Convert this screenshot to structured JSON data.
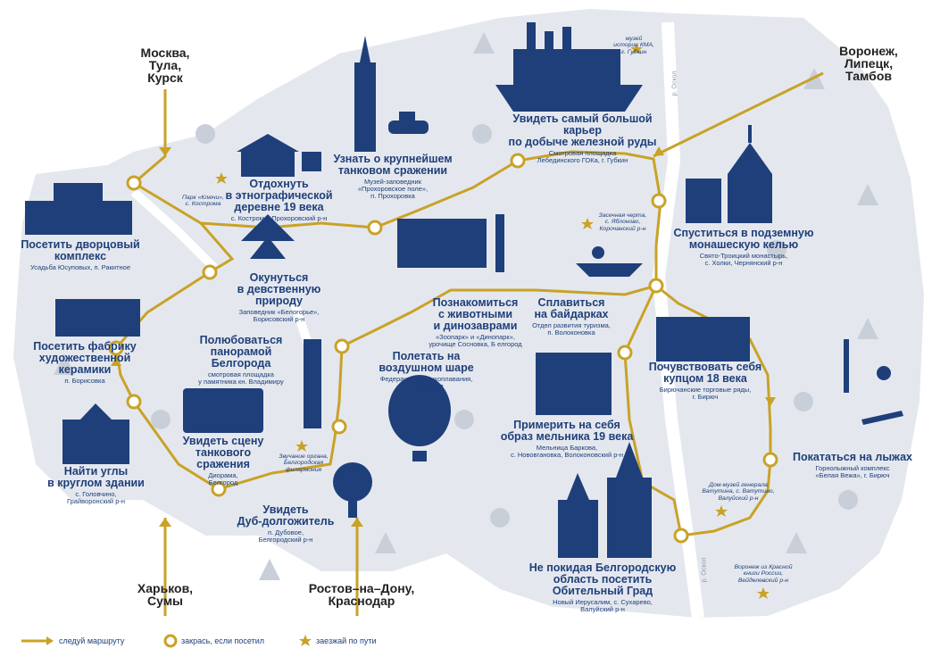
{
  "colors": {
    "route": "#c9a227",
    "ink": "#1f3f7a",
    "bg": "#e4e8ee",
    "water": "#ffffff",
    "tree": "#c8cfd9"
  },
  "cities": {
    "moscow": "Москва,\nТула,\nКурск",
    "voronezh": "Воронеж,\nЛипецк,\nТамбов",
    "kharkov": "Харьков,\nСумы",
    "rostov": "Ростов–на–Дону,\nКраснодар"
  },
  "rivers": {
    "oskol_top": "р. Оскол",
    "oskol_bottom": "р. Оскол"
  },
  "places": [
    {
      "title": "Увидеть самый большой карьер\nпо добыче железной руды",
      "sub": "Смотровая площадка\nЛебединского ГОКа, г. Губкин"
    },
    {
      "title": "Узнать о крупнейшем\nтанковом сражении",
      "sub": "Музей-заповедник\n«Прохоровское поле»,\nп. Прохоровка"
    },
    {
      "title": "Отдохнуть\nв этнографической\nдеревне 19 века",
      "sub": "с. Кострома, Прохоровский р-н"
    },
    {
      "title": "Посетить дворцовый\nкомплекс",
      "sub": "Усадьба Юсуповых, п. Ракитное"
    },
    {
      "title": "Окунуться\nв девственную природу",
      "sub": "Заповедник «Белогорье»,\nБорисовский р-н"
    },
    {
      "title": "Посетить фабрику\nхудожественной\nкерамики",
      "sub": "п. Борисовка"
    },
    {
      "title": "Полюбоваться\nпанорамой Белгорода",
      "sub": "смотровая площадка\nу памятника кн. Владимиру"
    },
    {
      "title": "Найти углы\nв круглом здании",
      "sub": "с. Головчино,\nГрайворонский р-н"
    },
    {
      "title": "Увидеть сцену\nтанкового\nсражения",
      "sub": "Диорама,\nБелгород"
    },
    {
      "title": "Увидеть\nДуб-долгожитель",
      "sub": "п. Дубовое,\nБелгородский р-н"
    },
    {
      "title": "Полетать на\nвоздушном шаре",
      "sub": "Федерация воздухоплавания,\nг. Белгород"
    },
    {
      "title": "Познакомиться\nс животными\nи динозаврами",
      "sub": "«Зоопарк» и «Динопарк»,\nурочище Сосновка, Б елгород"
    },
    {
      "title": "Сплавиться\nна байдарках",
      "sub": "Отдел развития туризма,\nп. Волоконовка"
    },
    {
      "title": "Спуститься в подземную\nмонашескую келью",
      "sub": "Свято-Троицкий монастырь,\nс. Холки, Чернянский р-н"
    },
    {
      "title": "Почувствовать себя\nкупцом 18 века",
      "sub": "Бирючанские торговые ряды,\nг. Бирюч"
    },
    {
      "title": "Примерить на себя\nобраз мельника 19 века",
      "sub": "Мельница Баркова,\nс. Нововгановка, Волоконовский р-н"
    },
    {
      "title": "Покататься на лыжах",
      "sub": "Горнолыжный комплекс\n«Белая Вежа», г. Бирюч"
    },
    {
      "title": "Не покидая Белгородскую\nобласть посетить\nОбительный Град",
      "sub": "Новый Иерусалим, с. Сухарево,\nВалуйский р-н"
    }
  ],
  "notes": [
    "музей\nистории КМА,\nг. Губкин",
    "Парк «Ключи»,\nс. Кострома",
    "Засечная черта,\nс. Яблоново,\nКорочанский р-н",
    "Звучание органа,\nБелгородская\nфилармония",
    "Дом-музей генерала\nВатутина, с. Ватутино,\nВалуйский р-н",
    "Воронеж из Красной\nкниги России,\nВейделевский р-н"
  ],
  "legend": {
    "route": "следуй маршруту",
    "circle": "закрась, если посетил",
    "star": "заезжай по пути"
  }
}
